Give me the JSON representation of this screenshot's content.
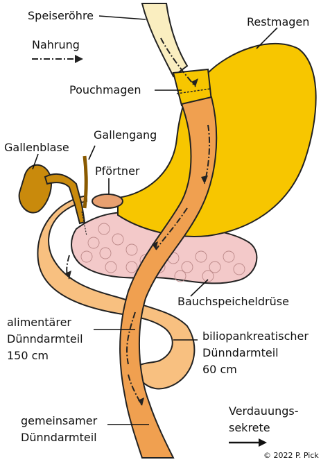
{
  "labels": {
    "esophagus": "Speiseröhre",
    "remnant_stomach": "Restmagen",
    "food": "Nahrung",
    "pouch": "Pouchmagen",
    "gallbladder": "Gallenblase",
    "bile_duct": "Gallengang",
    "pylorus": "Pförtner",
    "pancreas": "Bauchspeicheldrüse",
    "alimentary_line1": "alimentärer",
    "alimentary_line2": "Dünndarmteil",
    "alimentary_line3": "150 cm",
    "biliopancreatic_line1": "biliopankreatischer",
    "biliopancreatic_line2": "Dünndarmteil",
    "biliopancreatic_line3": "60 cm",
    "common_line1": "gemeinsamer",
    "common_line2": "Dünndarmteil",
    "secretions_line1": "Verdauungs-",
    "secretions_line2": "sekrete",
    "copyright": "© 2022  P. Pick"
  },
  "colors": {
    "stomach": "#f7c600",
    "stomach_outline": "#3a3000",
    "esophagus": "#faeec0",
    "alimentary_limb": "#f0a050",
    "biliopancreatic_limb": "#f8c080",
    "gallbladder": "#c98a0c",
    "pancreas": "#f3c9c9",
    "pylorus": "#e8a070"
  }
}
